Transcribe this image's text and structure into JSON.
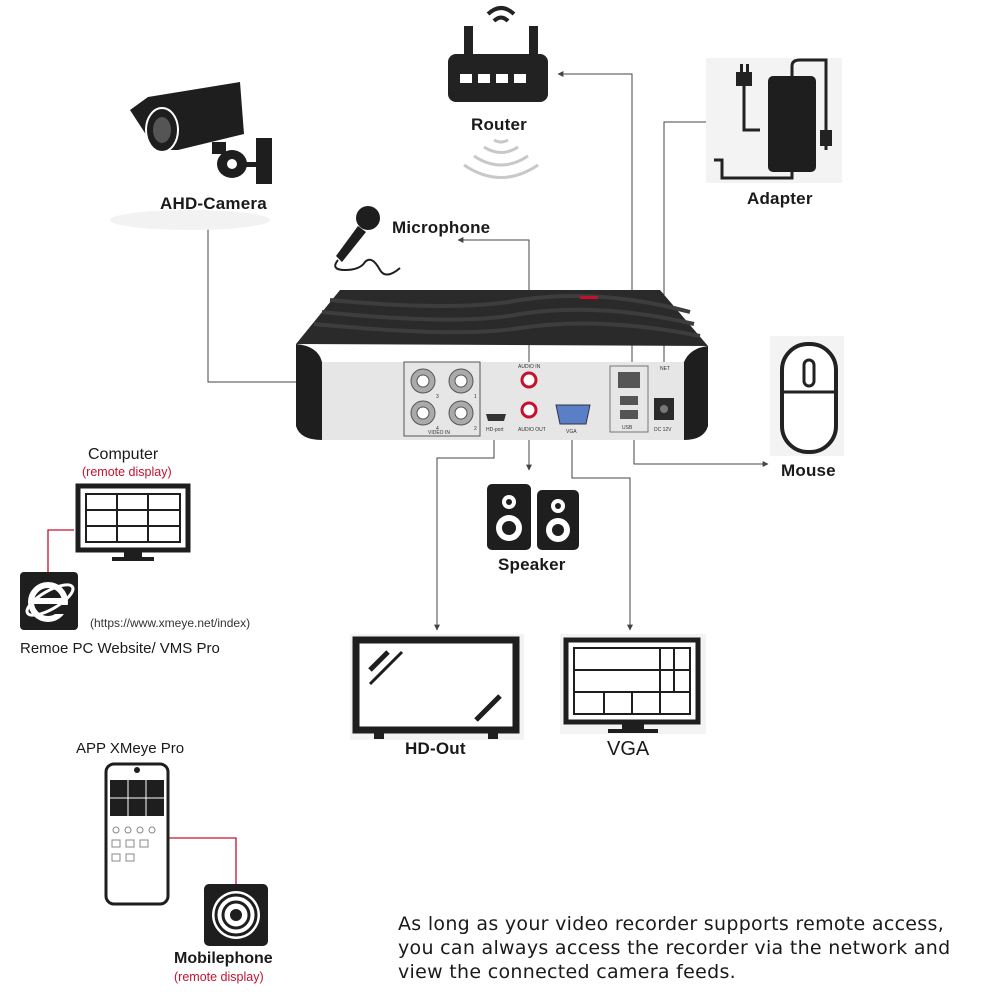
{
  "devices": {
    "router": "Router",
    "adapter": "Adapter",
    "camera": "AHD-Camera",
    "microphone": "Microphone",
    "mouse": "Mouse",
    "speaker": "Speaker",
    "hd_out": "HD-Out",
    "vga": "VGA",
    "computer": "Computer",
    "computer_sub": "(remote display)",
    "ie_url": "(https://www.xmeye.net/index)",
    "pc_software": "Remoe PC Website/ VMS Pro",
    "app": "APP XMeye Pro",
    "mobile": "Mobilephone",
    "mobile_sub": "(remote display)"
  },
  "dvr_ports": {
    "audio_in": "AUDIO IN",
    "audio_out": "AUDIO OUT",
    "hd_port": "HD-port",
    "vga": "VGA",
    "video_in": "VIDEO IN",
    "usb": "USB",
    "net": "NET",
    "dc": "DC 12V",
    "ch1": "1",
    "ch2": "2",
    "ch3": "3",
    "ch4": "4"
  },
  "note": {
    "line1": "As long as your video recorder supports remote access,",
    "line2": "you can always access the recorder via the network and",
    "line3": "view the connected camera feeds."
  },
  "colors": {
    "line": "#444444",
    "red_link": "#c8102e",
    "device_dark": "#1e1e1e"
  }
}
